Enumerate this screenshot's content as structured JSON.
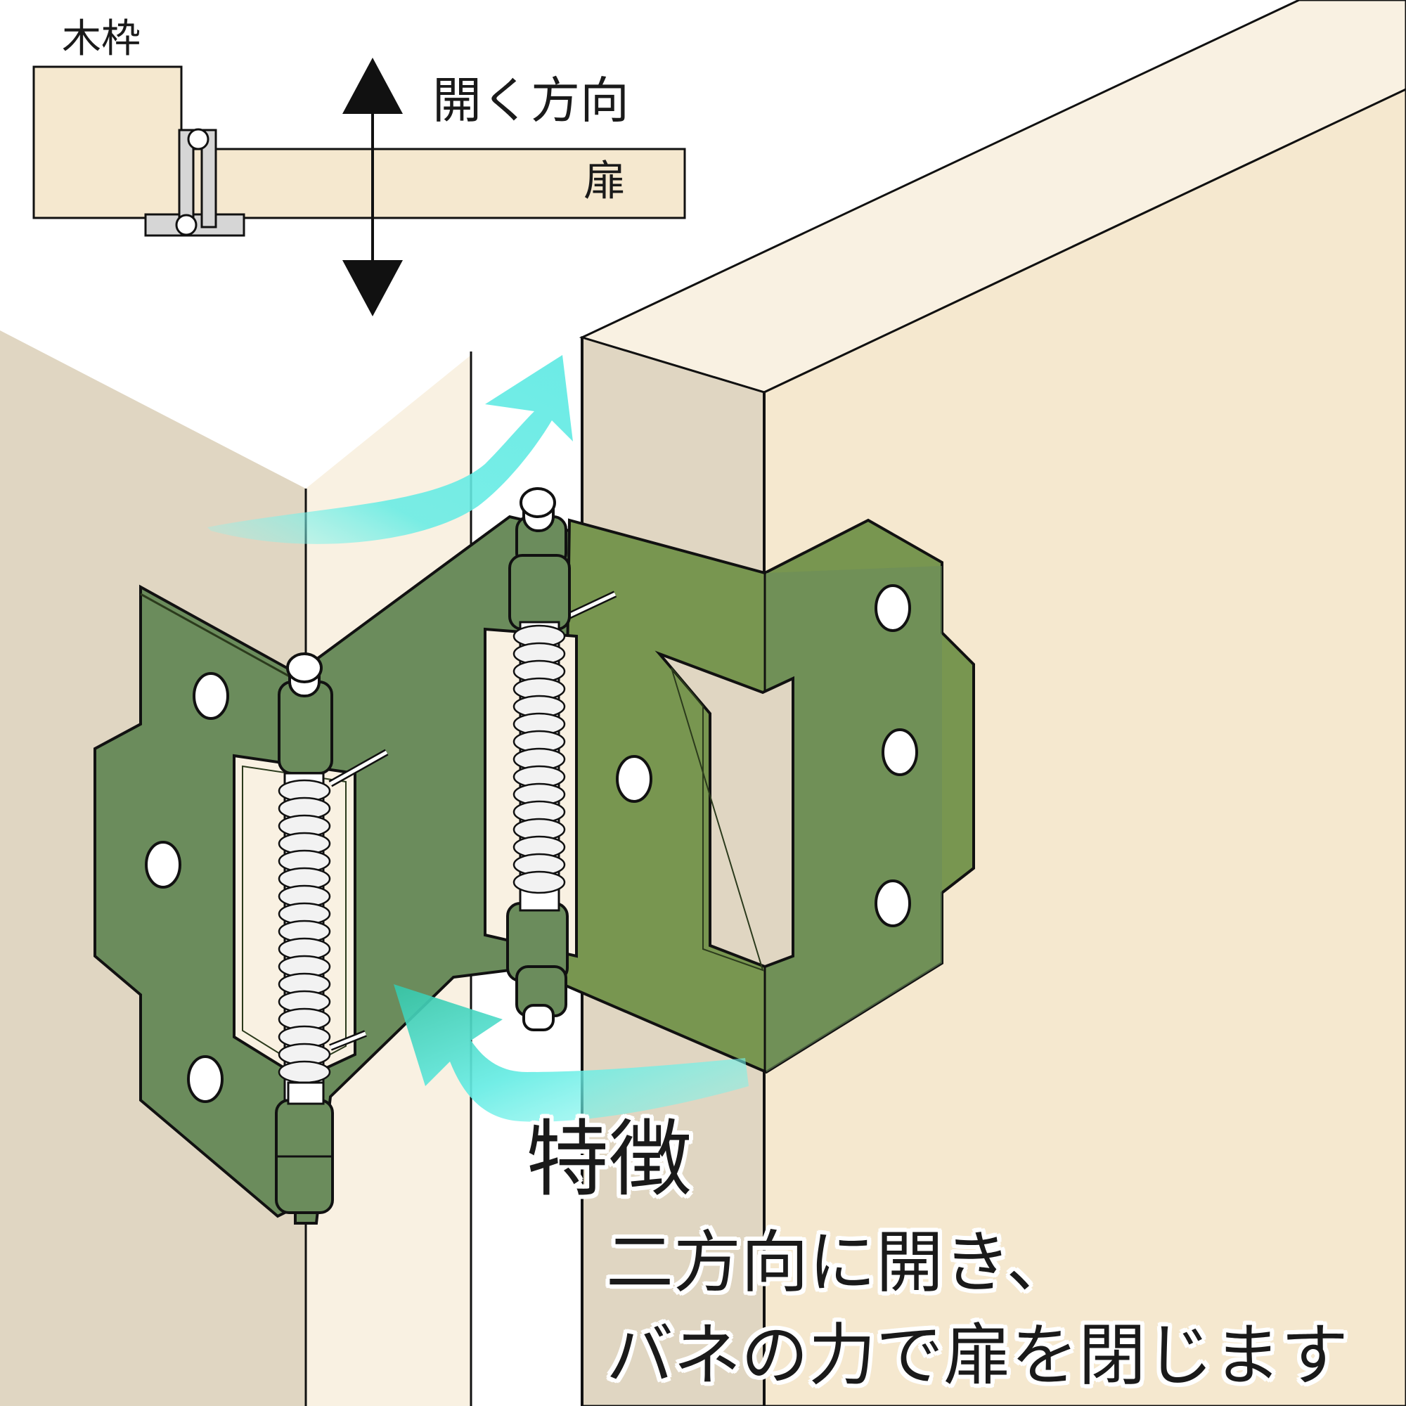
{
  "labels": {
    "frame": "木枠",
    "open_direction": "開く方向",
    "door": "扉",
    "feature_title": "特徴",
    "feature_line1": "二方向に開き、",
    "feature_line2": "バネの力で扉を閉じます"
  },
  "colors": {
    "wood_light": "#f9f1e2",
    "wood_mid": "#f5e8cf",
    "wood_shade": "#e0d6c2",
    "hinge_green": "#789650",
    "hinge_dark": "#556b36",
    "pin_green": "#6b8c5c",
    "arrow_cyan": "#66ece4",
    "arrow_teal": "#36c6a8",
    "plate_gray": "#d6d6d6",
    "outline": "#111111"
  }
}
